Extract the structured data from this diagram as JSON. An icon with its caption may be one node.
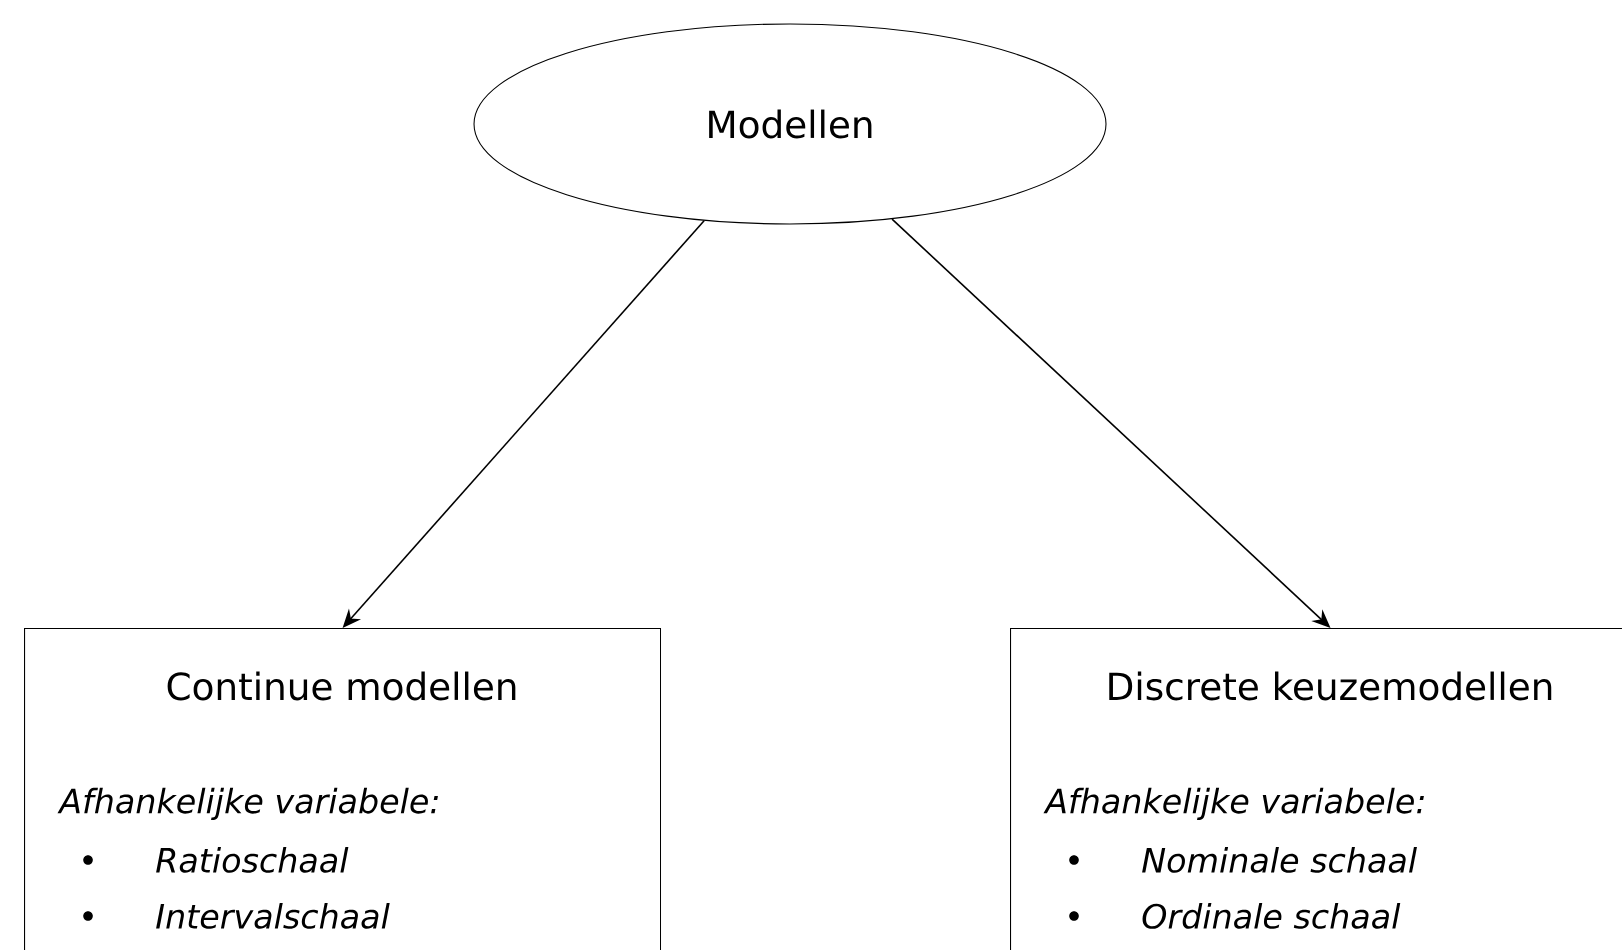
{
  "diagram": {
    "nodes": [
      {
        "text": [
          "Modellen"
        ]
      },
      {
        "text": [
          "Continue modellen",
          "Afhankelijke variabele:",
          "Ratioschaal",
          "Intervalschaal"
        ]
      },
      {
        "text": [
          "Discrete keuzemodellen",
          "Afhankelijke variabele:",
          "Nominale schaal",
          "Ordinale schaal"
        ]
      }
    ],
    "edges": [
      {
        "from": 0,
        "to": 1,
        "arrow": "to"
      },
      {
        "from": 0,
        "to": 2,
        "arrow": "to"
      }
    ]
  }
}
